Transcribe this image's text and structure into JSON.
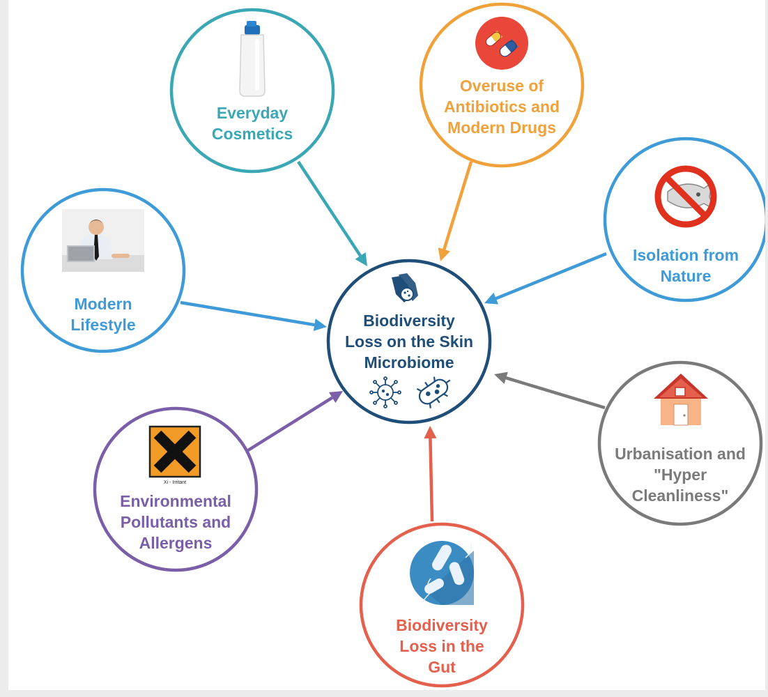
{
  "center": {
    "lines": [
      "Biodiversity",
      "Loss on the Skin",
      "Microbiome"
    ],
    "color": "#1f4e79",
    "icons": [
      "hands-bacteria-icon",
      "virus-icon",
      "bacterium-icon"
    ]
  },
  "nodes": [
    {
      "id": "everyday-cosmetics",
      "lines": [
        "Everyday",
        "Cosmetics"
      ],
      "color": "#3aa7b5",
      "icon": "shampoo-bottle-icon"
    },
    {
      "id": "overuse-antibiotics",
      "lines": [
        "Overuse of",
        "Antibiotics and",
        "Modern Drugs"
      ],
      "color": "#f0a13a",
      "icon": "pills-icon"
    },
    {
      "id": "isolation-from-nature",
      "lines": [
        "Isolation from",
        "Nature"
      ],
      "color": "#3f9ad8",
      "icon": "no-nature-icon"
    },
    {
      "id": "urbanisation",
      "lines": [
        "Urbanisation and",
        "\"Hyper",
        "Cleanliness\""
      ],
      "color": "#7a7a7a",
      "icon": "house-icon"
    },
    {
      "id": "gut-biodiversity",
      "lines": [
        "Biodiversity",
        "Loss in the",
        "Gut"
      ],
      "color": "#e4604c",
      "icon": "gut-bacteria-icon"
    },
    {
      "id": "environmental-pollutants",
      "lines": [
        "Environmental",
        "Pollutants and",
        "Allergens"
      ],
      "color": "#7a5fa8",
      "icon": "irritant-hazard-icon",
      "icon_caption": "Xi - Irritant"
    },
    {
      "id": "modern-lifestyle",
      "lines": [
        "Modern",
        "Lifestyle"
      ],
      "color": "#3f9ad8",
      "icon": "office-worker-icon"
    }
  ]
}
